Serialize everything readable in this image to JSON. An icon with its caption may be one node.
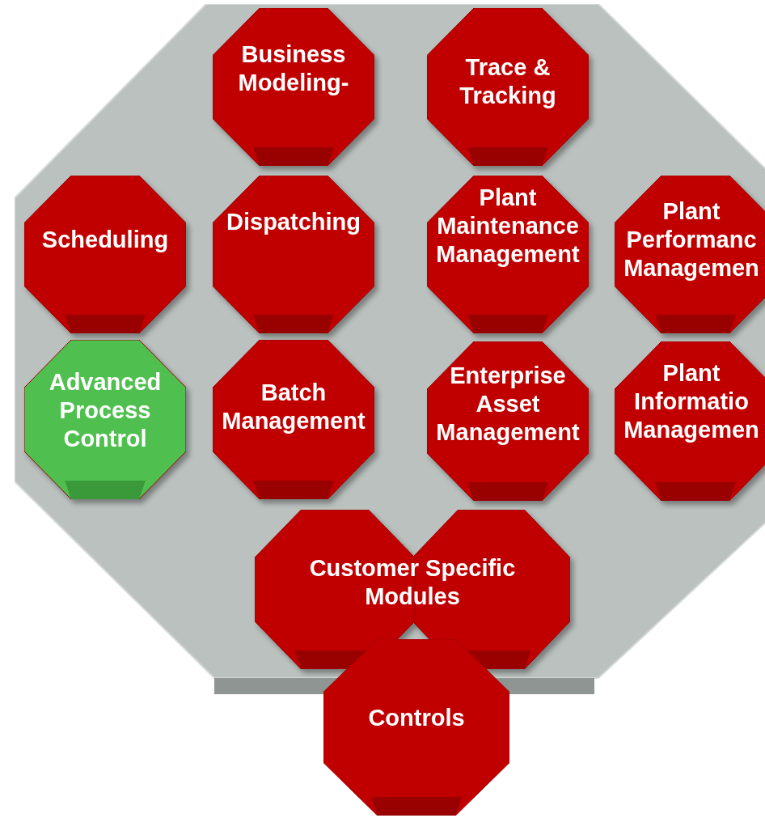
{
  "diagram": {
    "nodes": [
      {
        "text": [],
        "shape": "octagon"
      },
      {
        "text": [
          "Business Modeling-"
        ],
        "in": 0
      },
      {
        "text": [
          "Trace & Tracking"
        ],
        "in": 0
      },
      {
        "text": [
          "Scheduling"
        ],
        "in": 0
      },
      {
        "text": [
          "Dispatching"
        ],
        "in": 0
      },
      {
        "text": [
          "Plant Maintenance Management"
        ],
        "in": 0
      },
      {
        "text": [
          "Plant Performanc Managemen"
        ],
        "in": 0
      },
      {
        "text": [
          "Advanced Process Control"
        ],
        "in": 0
      },
      {
        "text": [
          "Batch Management"
        ],
        "in": 0
      },
      {
        "text": [
          "Enterprise Asset Management"
        ],
        "in": 0
      },
      {
        "text": [
          "Plant Informatio Managemen"
        ],
        "in": 0
      },
      {
        "text": [
          "Customer Specific Modules"
        ],
        "in": 0
      },
      {
        "text": [
          "Controls"
        ]
      }
    ],
    "edges": []
  }
}
